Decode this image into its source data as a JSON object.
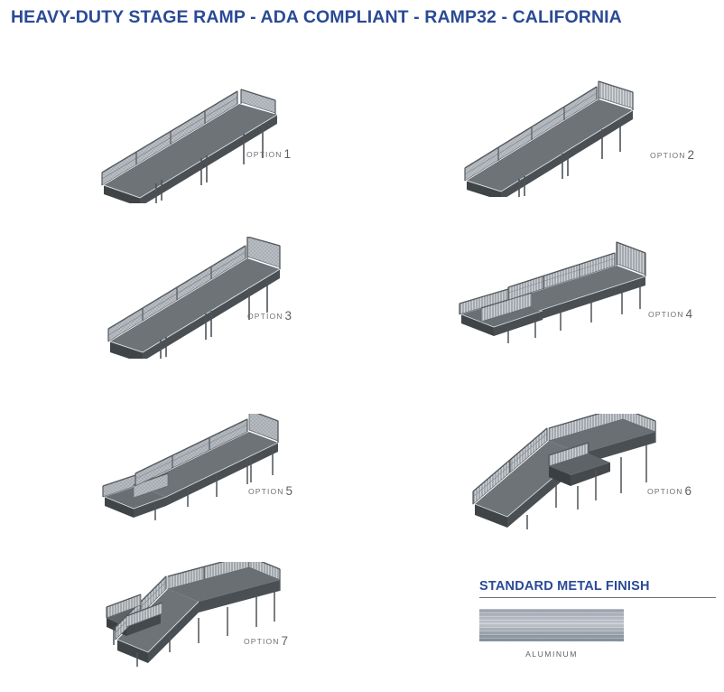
{
  "page": {
    "title": "HEAVY-DUTY STAGE RAMP - ADA COMPLIANT - RAMP32 - CALIFORNIA",
    "title_color": "#2a4a96",
    "background_color": "#ffffff"
  },
  "options": [
    {
      "id": "option-1",
      "label_prefix": "OPTION",
      "label_number": "1",
      "description": "Straight ramp with mesh infill guardrails, single run"
    },
    {
      "id": "option-2",
      "label_prefix": "OPTION",
      "label_number": "2",
      "description": "Long straight ramp with top landing platform and picket guardrail"
    },
    {
      "id": "option-3",
      "label_prefix": "OPTION",
      "label_number": "3",
      "description": "Straight ramp with mesh guardrails and top landing"
    },
    {
      "id": "option-4",
      "label_prefix": "OPTION",
      "label_number": "4",
      "description": "Ramp with bottom landing platform and top landing platform"
    },
    {
      "id": "option-5",
      "label_prefix": "OPTION",
      "label_number": "5",
      "description": "Ramp with offset lower landing and mesh guardrails"
    },
    {
      "id": "option-6",
      "label_prefix": "OPTION",
      "label_number": "6",
      "description": "L-shaped switchback ramp with intermediate landing"
    },
    {
      "id": "option-7",
      "label_prefix": "OPTION",
      "label_number": "7",
      "description": "Switchback ramp with double landings and mesh guardrails"
    }
  ],
  "finish": {
    "heading": "STANDARD METAL FINISH",
    "swatch_name": "ALUMINUM",
    "swatch_colors": [
      "#9aa3ae",
      "#c3c9d0",
      "#848d98"
    ]
  },
  "art_colors": {
    "deck_top": "#6d7277",
    "deck_side": "#3f4447",
    "deck_edge": "#55595d",
    "mesh_panel": "#b4b9bf",
    "rail_line": "#5a5f63",
    "post": "#4a4f53"
  }
}
